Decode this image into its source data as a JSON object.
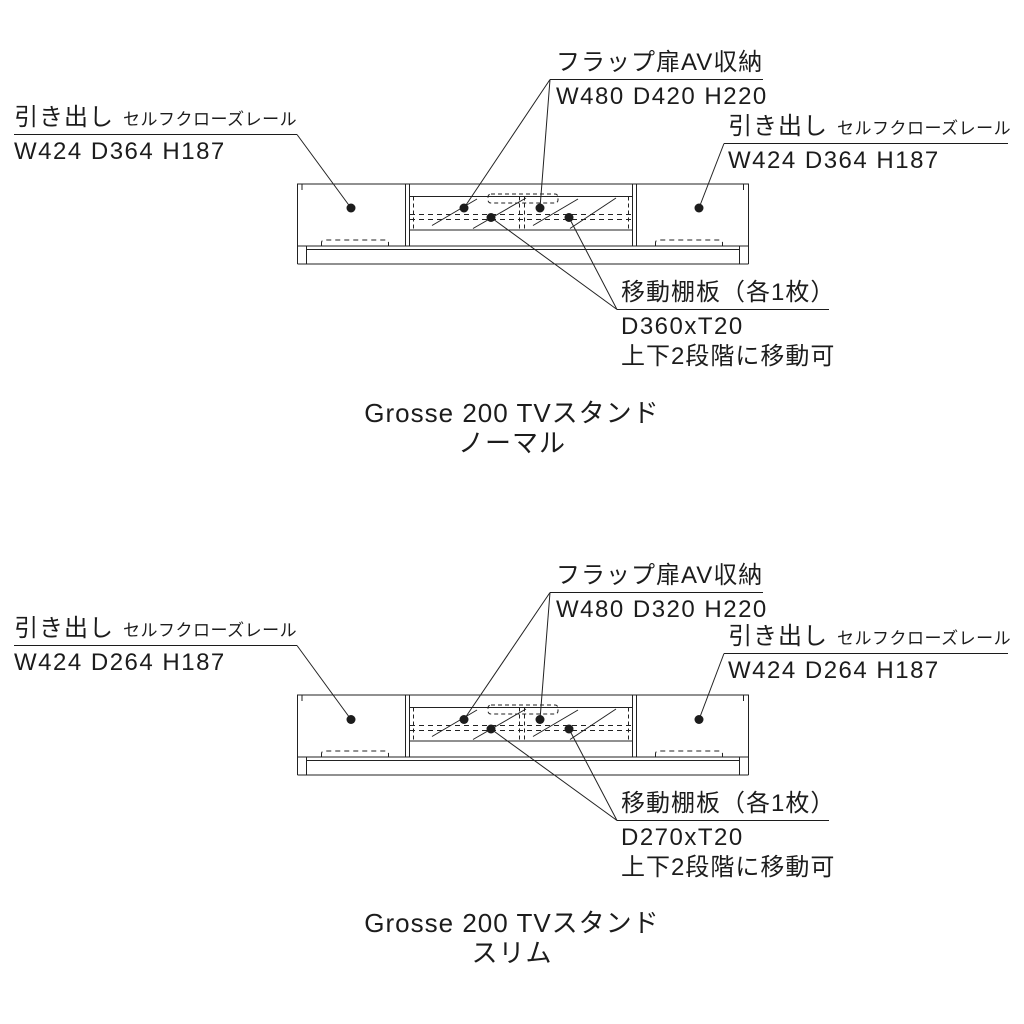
{
  "page": {
    "background": "#ffffff",
    "line_color": "#222222",
    "text_color": "#1c1c1c"
  },
  "diagrams": [
    {
      "id": "normal",
      "caption_line1": "Grosse 200 TVスタンド",
      "caption_line2": "ノーマル",
      "labels": {
        "drawer_left": {
          "title": "引き出し",
          "subtitle": "セルフクローズレール",
          "dims": "W424 D364 H187"
        },
        "drawer_right": {
          "title": "引き出し",
          "subtitle": "セルフクローズレール",
          "dims": "W424 D364 H187"
        },
        "flap": {
          "title": "フラップ扉AV収納",
          "dims": "W480 D420 H220"
        },
        "shelf": {
          "title": "移動棚板（各1枚）",
          "dims": "D360xT20",
          "note": "上下2段階に移動可"
        }
      }
    },
    {
      "id": "slim",
      "caption_line1": "Grosse 200 TVスタンド",
      "caption_line2": "スリム",
      "labels": {
        "drawer_left": {
          "title": "引き出し",
          "subtitle": "セルフクローズレール",
          "dims": "W424 D264 H187"
        },
        "drawer_right": {
          "title": "引き出し",
          "subtitle": "セルフクローズレール",
          "dims": "W424 D264 H187"
        },
        "flap": {
          "title": "フラップ扉AV収納",
          "dims": "W480 D320 H220"
        },
        "shelf": {
          "title": "移動棚板（各1枚）",
          "dims": "D270xT20",
          "note": "上下2段階に移動可"
        }
      }
    }
  ]
}
